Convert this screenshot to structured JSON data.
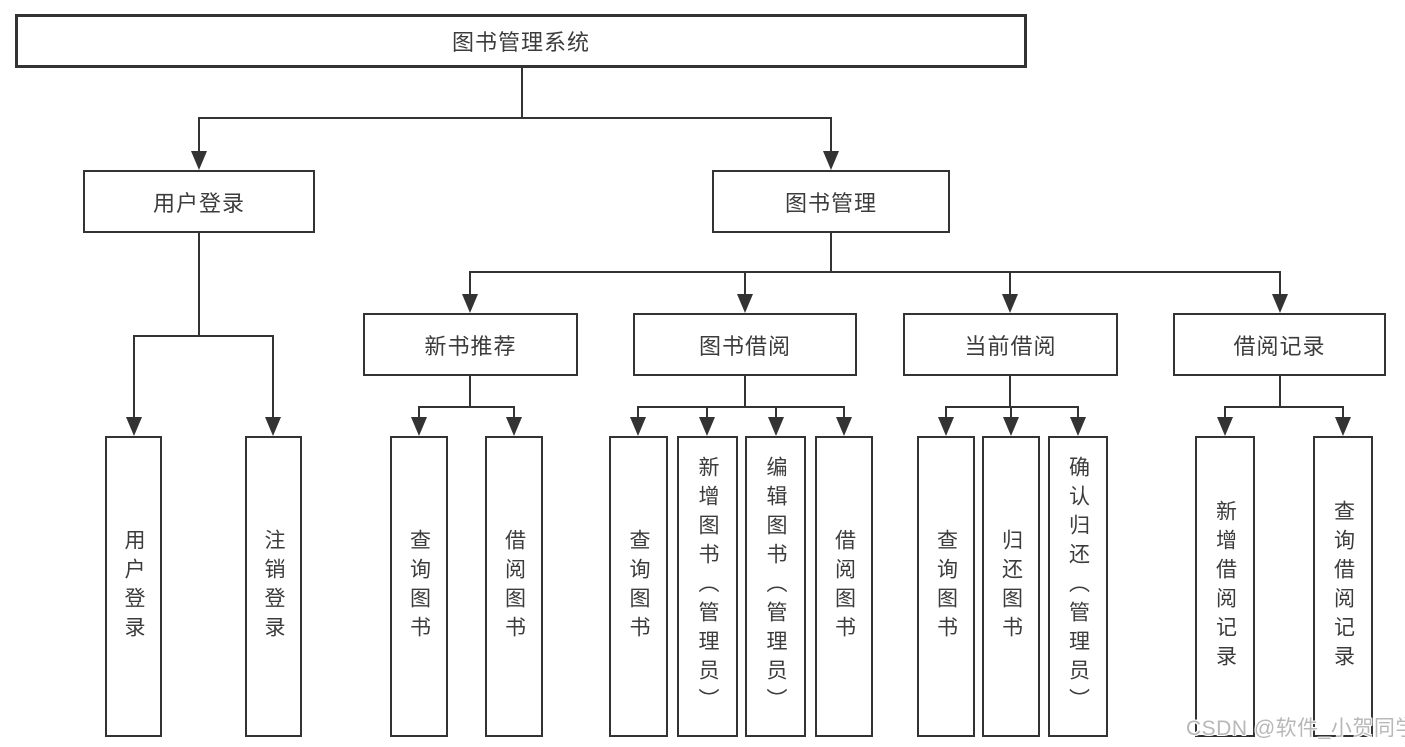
{
  "diagram": {
    "root": {
      "label": "图书管理系统"
    },
    "level2": [
      {
        "label": "用户登录"
      },
      {
        "label": "图书管理"
      }
    ],
    "level3": [
      {
        "label": "新书推荐"
      },
      {
        "label": "图书借阅"
      },
      {
        "label": "当前借阅"
      },
      {
        "label": "借阅记录"
      }
    ],
    "leaves": {
      "user_login": [
        {
          "label": "用户登录"
        },
        {
          "label": "注销登录"
        }
      ],
      "new_books": [
        {
          "label": "查询图书"
        },
        {
          "label": "借阅图书"
        }
      ],
      "book_borrow": [
        {
          "label": "查询图书"
        },
        {
          "label": "新增图书（管理员）"
        },
        {
          "label": "编辑图书（管理员）"
        },
        {
          "label": "借阅图书"
        }
      ],
      "current_borrow": [
        {
          "label": "查询图书"
        },
        {
          "label": "归还图书"
        },
        {
          "label": "确认归还（管理员）"
        }
      ],
      "borrow_records": [
        {
          "label": "新增借阅记录"
        },
        {
          "label": "查询借阅记录"
        }
      ]
    }
  },
  "watermark": {
    "text": "CSDN @软件_小贺同学"
  },
  "colors": {
    "background": "#ffffff",
    "line": "#333333",
    "text": "#3c3c3c",
    "watermark": "#b8b8b8",
    "node_fill": "#ffffff"
  }
}
